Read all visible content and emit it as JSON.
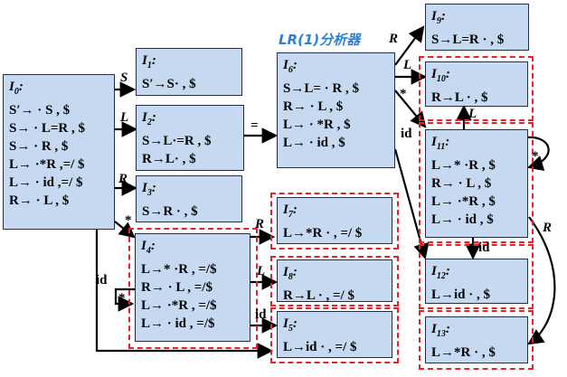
{
  "heading": "LR(1)分析器",
  "states": {
    "I0": {
      "title": "I",
      "sub": "0",
      "items": [
        "S′→ · S , $",
        "S→ · L=R , $",
        "S→ · R , $",
        "L→ ·*R ,=/ $",
        "L→ · id ,=/ $",
        "R→ · L , $"
      ]
    },
    "I1": {
      "title": "I",
      "sub": "1",
      "items": [
        "S′→S· , $"
      ]
    },
    "I2": {
      "title": "I",
      "sub": "2",
      "items": [
        "S→L·=R , $",
        "R→L· , $"
      ]
    },
    "I3": {
      "title": "I",
      "sub": "3",
      "items": [
        "S→R · , $"
      ]
    },
    "I4": {
      "title": "I",
      "sub": "4",
      "items": [
        "L→* ·R , =/$",
        "R→ · L , =/$",
        "L→ ·*R , =/$",
        "L→ · id , =/$"
      ]
    },
    "I5": {
      "title": "I",
      "sub": "5",
      "items": [
        "L→id · , =/ $"
      ]
    },
    "I6": {
      "title": "I",
      "sub": "6",
      "items": [
        "S→L= · R , $",
        "R→ · L , $",
        "L→ · *R , $",
        "L→ · id , $"
      ]
    },
    "I7": {
      "title": "I",
      "sub": "7",
      "items": [
        "L→*R · , =/ $"
      ]
    },
    "I8": {
      "title": "I",
      "sub": "8",
      "items": [
        "R→L · , =/ $"
      ]
    },
    "I9": {
      "title": "I",
      "sub": "9",
      "items": [
        "S→L=R · , $"
      ]
    },
    "I10": {
      "title": "I",
      "sub": "10",
      "items": [
        "R→L · , $"
      ]
    },
    "I11": {
      "title": "I",
      "sub": "11",
      "items": [
        "L→* ·R , $",
        "R→ · L , $",
        "L→ ·*R , $",
        "L→ · id , $"
      ]
    },
    "I12": {
      "title": "I",
      "sub": "12",
      "items": [
        "L→id · , $"
      ]
    },
    "I13": {
      "title": "I",
      "sub": "13",
      "items": [
        "L→*R · , $"
      ]
    }
  },
  "edge_labels": {
    "e01": "S",
    "e02": "L",
    "e03": "R",
    "e04": "*",
    "e05": "id",
    "e26": "=",
    "e47": "R",
    "e48": "L",
    "e45": "id",
    "e44": "*",
    "e69": "R",
    "e610": "L",
    "e611": "*",
    "e612": "id",
    "e1110": "L",
    "e1111": "*",
    "e1112": "id",
    "e1113": "R"
  },
  "colors": {
    "state_fill": "#c6d9f1",
    "dashed_group": "#e0242a",
    "heading": "#2f7fd6"
  }
}
